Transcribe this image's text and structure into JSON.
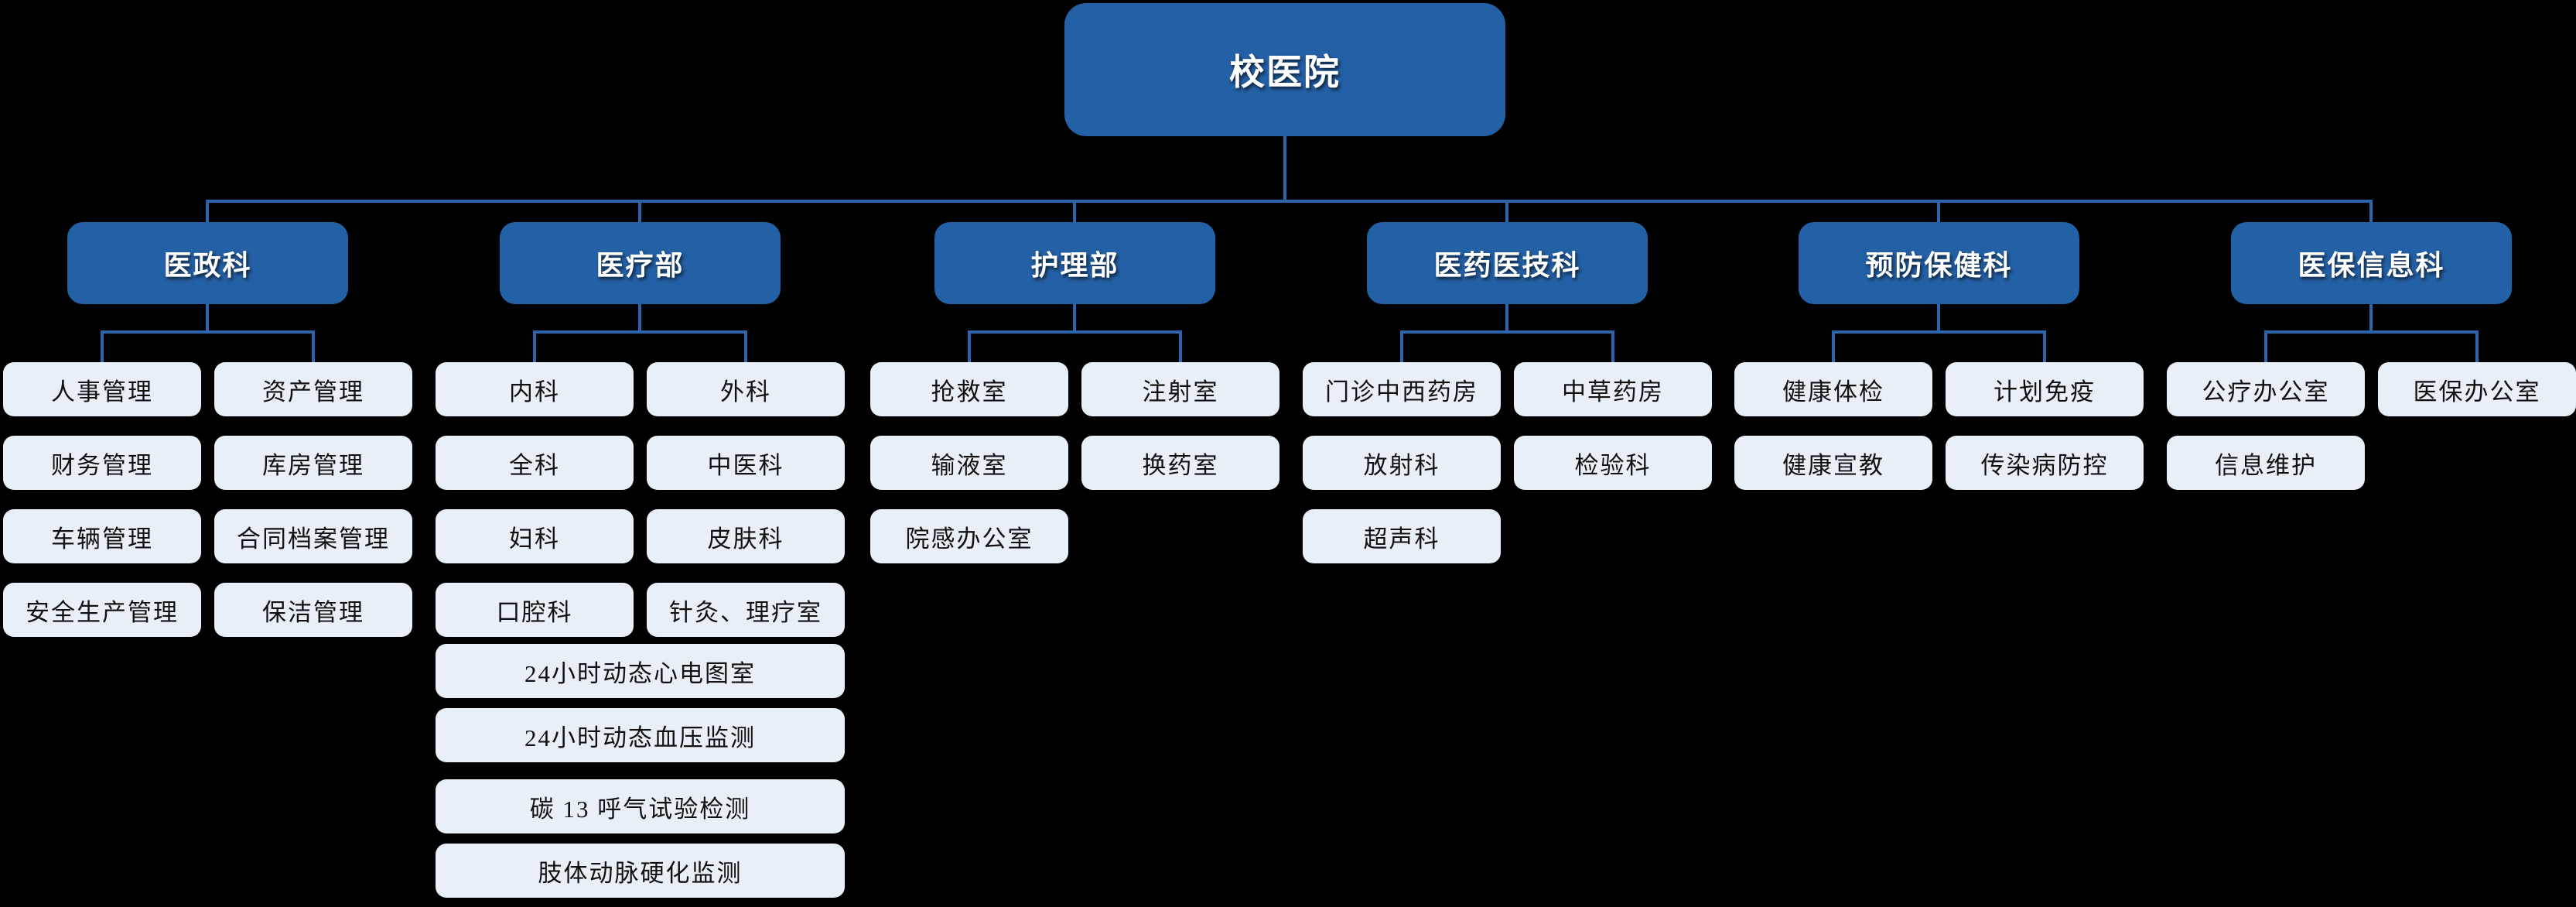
{
  "root": {
    "label": "校医院"
  },
  "colors": {
    "node_blue": "#2460A5",
    "connector_blue": "#2E64A9",
    "child_bg": "#E9EFF7",
    "child_text": "#111111",
    "root_text": "#FFFFFF",
    "background": "#000000"
  },
  "groups": [
    {
      "label": "医政科",
      "children": [
        "人事管理",
        "资产管理",
        "财务管理",
        "库房管理",
        "车辆管理",
        "合同档案管理",
        "安全生产管理",
        "保洁管理"
      ],
      "wide_children": []
    },
    {
      "label": "医疗部",
      "children": [
        "内科",
        "外科",
        "全科",
        "中医科",
        "妇科",
        "皮肤科",
        "口腔科",
        "针灸、理疗室"
      ],
      "wide_children": [
        "24小时动态心电图室",
        "24小时动态血压监测",
        "碳 13 呼气试验检测",
        "肢体动脉硬化监测"
      ]
    },
    {
      "label": "护理部",
      "children": [
        "抢救室",
        "注射室",
        "输液室",
        "换药室",
        "院感办公室"
      ],
      "wide_children": []
    },
    {
      "label": "医药医技科",
      "children": [
        "门诊中西药房",
        "中草药房",
        "放射科",
        "检验科",
        "超声科"
      ],
      "wide_children": []
    },
    {
      "label": "预防保健科",
      "children": [
        "健康体检",
        "计划免疫",
        "健康宣教",
        "传染病防控"
      ],
      "wide_children": []
    },
    {
      "label": "医保信息科",
      "children": [
        "公疗办公室",
        "医保办公室",
        "信息维护"
      ],
      "wide_children": []
    }
  ]
}
